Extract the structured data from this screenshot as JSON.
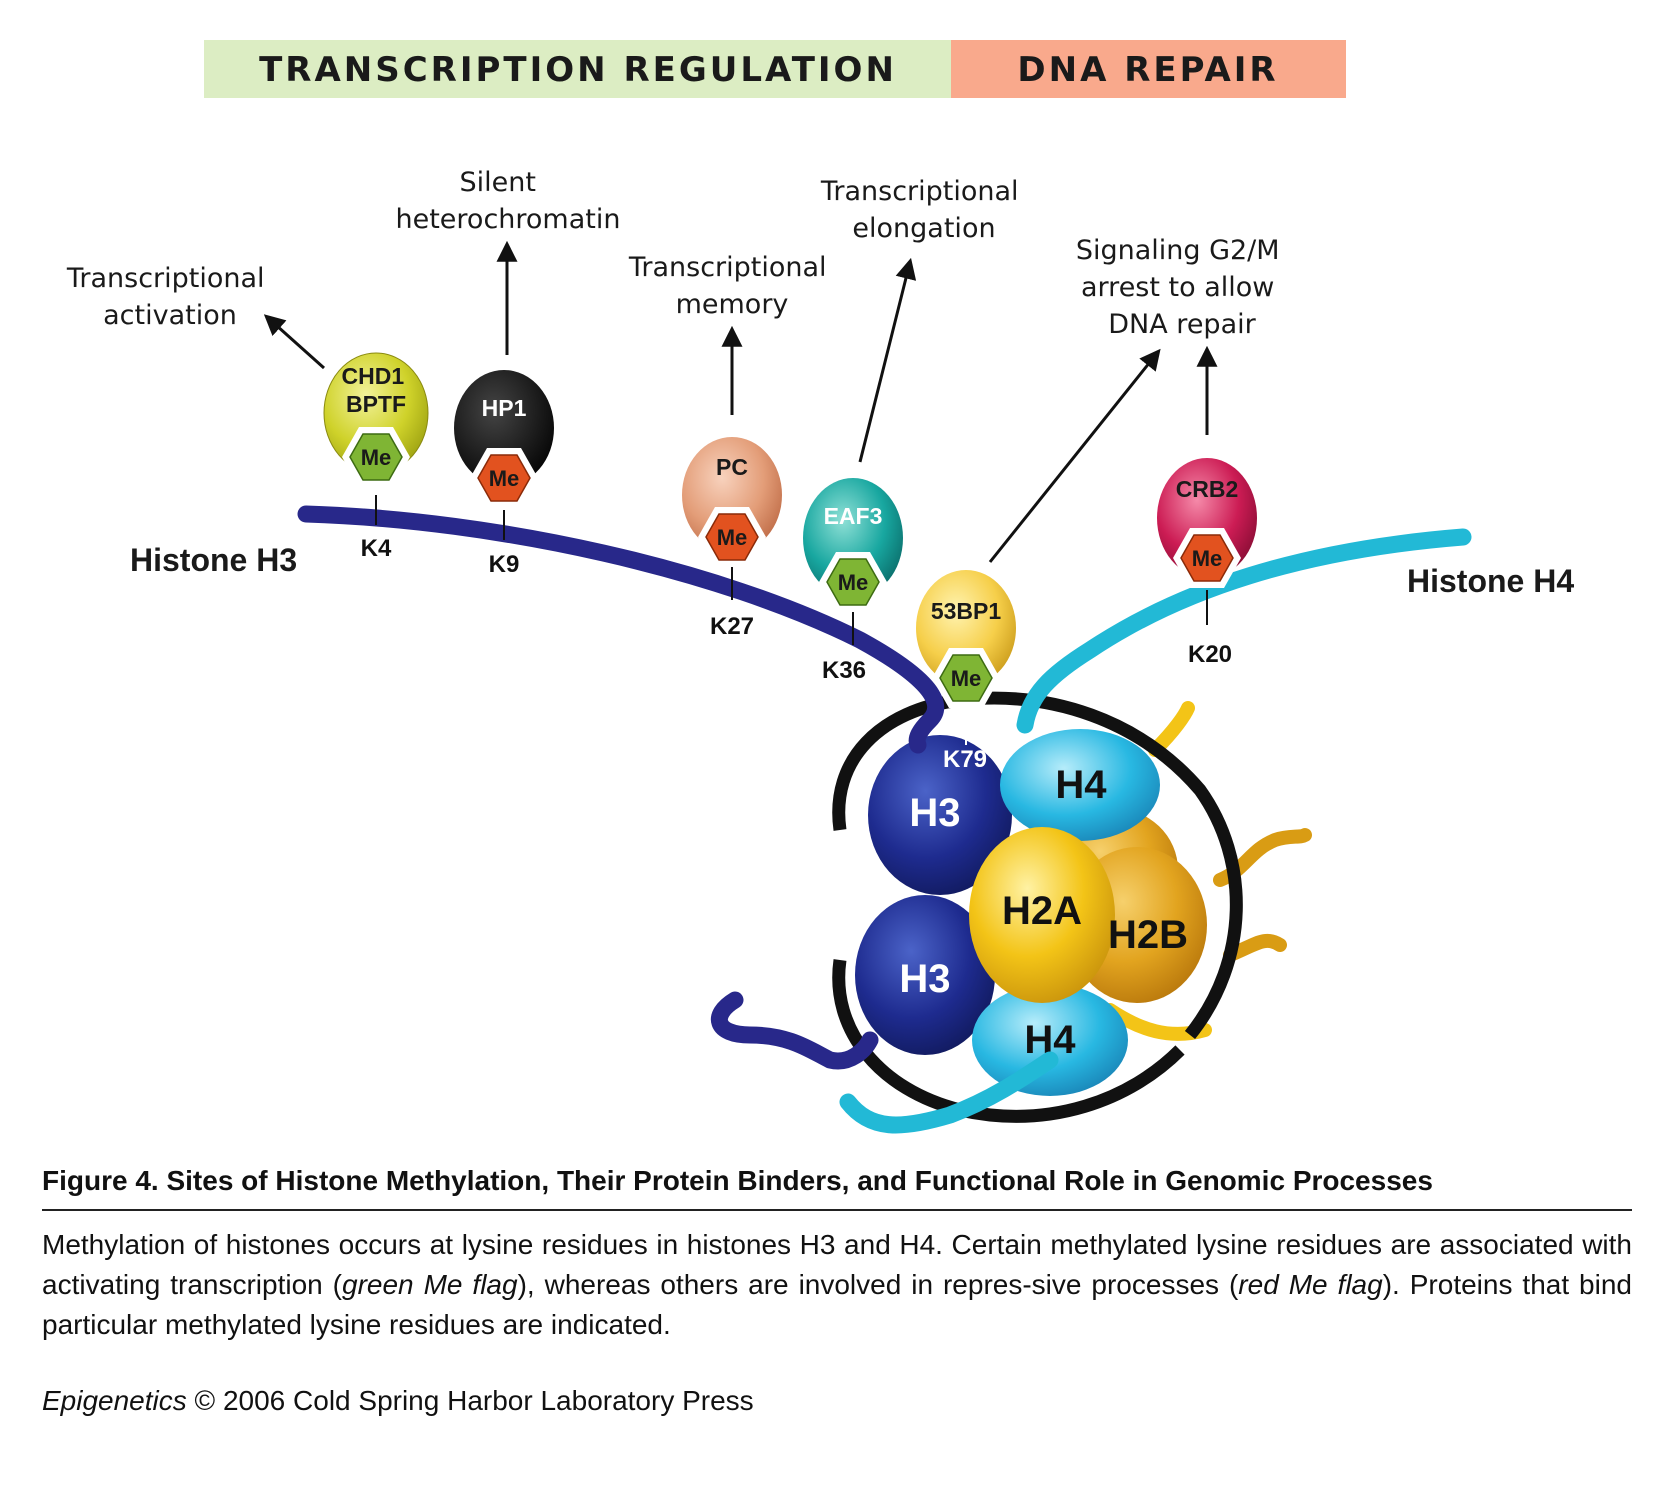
{
  "banner": {
    "left_label": "TRANSCRIPTION REGULATION",
    "right_label": "DNA REPAIR",
    "left_color": "#dcedc3",
    "right_color": "#f9a98c"
  },
  "functions": {
    "k4": [
      "Transcriptional",
      "activation"
    ],
    "k9": [
      "Silent",
      "heterochromatin"
    ],
    "k27": [
      "Transcriptional",
      "memory"
    ],
    "k36": [
      "Transcriptional",
      "elongation"
    ],
    "dna_repair": [
      "Signaling G2/M",
      "arrest to allow",
      "DNA repair"
    ]
  },
  "histone_tails": {
    "h3": "Histone H3",
    "h4": "Histone H4",
    "h3_color": "#28288a",
    "h4_color": "#22b9d6"
  },
  "sites": {
    "k4": "K4",
    "k9": "K9",
    "k27": "K27",
    "k36": "K36",
    "k79": "K79",
    "k20": "K20"
  },
  "binders": {
    "k4": [
      "CHD1",
      "BPTF"
    ],
    "k9": "HP1",
    "k27": "PC",
    "k36": "EAF3",
    "k79": "53BP1",
    "k20": "CRB2"
  },
  "me_flag": {
    "label": "Me",
    "green": "#7fb534",
    "red": "#e2521f"
  },
  "nucleosome": {
    "h3_top": "H3",
    "h3_bottom": "H3",
    "h4_top": "H4",
    "h4_bottom": "H4",
    "h2a": "H2A",
    "h2b": "H2B"
  },
  "caption": {
    "title": "Figure 4. Sites of Histone Methylation, Their Protein Binders, and Functional Role in Genomic Processes",
    "body_1": "Methylation of histones occurs at lysine residues in histones H3 and H4. Certain methylated lysine residues are associated with activating transcription (",
    "body_green": "green Me flag",
    "body_2": "), whereas others are involved in repres-sive processes (",
    "body_red": "red Me flag",
    "body_3": "). Proteins that bind particular methylated lysine residues are indicated.",
    "credit_book": "Epigenetics",
    "credit_rest": " © 2006 Cold Spring Harbor Laboratory Press"
  }
}
